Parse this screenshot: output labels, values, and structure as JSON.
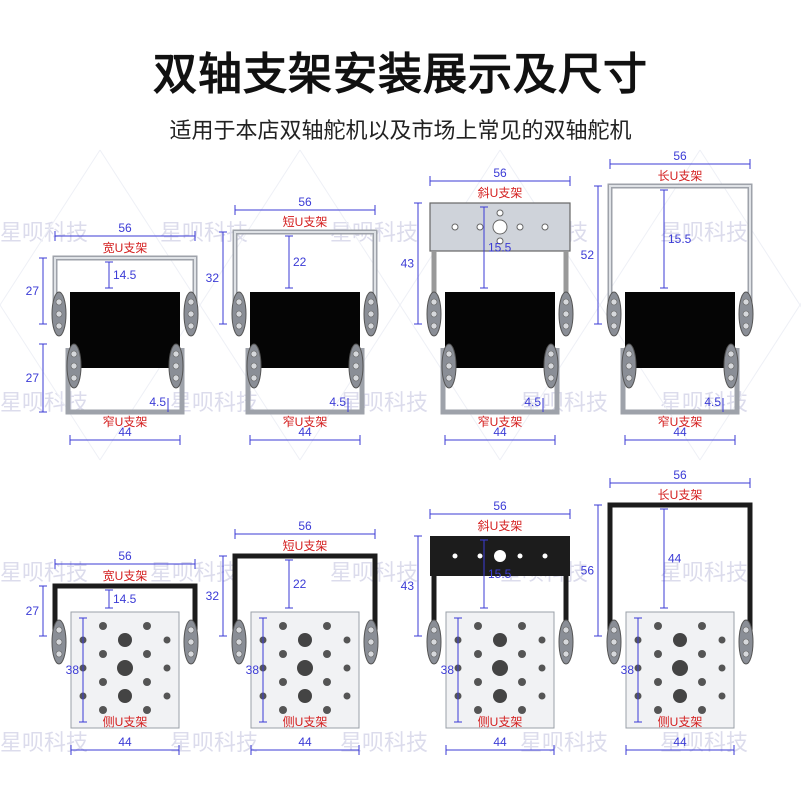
{
  "header": {
    "title": "双轴支架安装展示及尺寸",
    "subtitle": "适用于本店双轴舵机以及市场上常见的双轴舵机"
  },
  "watermark": "星呗科技",
  "colors": {
    "dim": "#3b3bd6",
    "label": "#d42020",
    "bracket_silver": "#c8ccd4",
    "bracket_black": "#1a1a1a",
    "servo": "#050505"
  },
  "row1": [
    {
      "top_label": "宽U支架",
      "bottom_label": "窄U支架",
      "w_top": "56",
      "w_bot": "44",
      "h_top": "27",
      "h_inner": "14.5",
      "h_bot": "27",
      "offset": "4.5"
    },
    {
      "top_label": "短U支架",
      "bottom_label": "窄U支架",
      "w_top": "56",
      "w_bot": "44",
      "h_top": "32",
      "h_inner": "22",
      "offset": "4.5"
    },
    {
      "top_label": "斜U支架",
      "bottom_label": "窄U支架",
      "w_top": "56",
      "w_bot": "44",
      "h_top": "43",
      "h_inner": "15.5",
      "offset": "4.5"
    },
    {
      "top_label": "长U支架",
      "bottom_label": "窄U支架",
      "w_top": "56",
      "w_bot": "44",
      "h_top": "52",
      "h_inner": "15.5",
      "offset": "4.5"
    }
  ],
  "row2": [
    {
      "top_label": "宽U支架",
      "bottom_label": "侧U支架",
      "w_top": "56",
      "w_bot": "44",
      "h_top": "27",
      "h_inner": "14.5",
      "h_side": "38"
    },
    {
      "top_label": "短U支架",
      "bottom_label": "侧U支架",
      "w_top": "56",
      "w_bot": "44",
      "h_top": "32",
      "h_inner": "22",
      "h_side": "38"
    },
    {
      "top_label": "斜U支架",
      "bottom_label": "侧U支架",
      "w_top": "56",
      "w_bot": "44",
      "h_top": "43",
      "h_inner": "15.5",
      "h_side": "38"
    },
    {
      "top_label": "长U支架",
      "bottom_label": "侧U支架",
      "w_top": "56",
      "w_bot": "44",
      "h_top": "56",
      "h_inner": "44",
      "h_side": "38"
    }
  ]
}
